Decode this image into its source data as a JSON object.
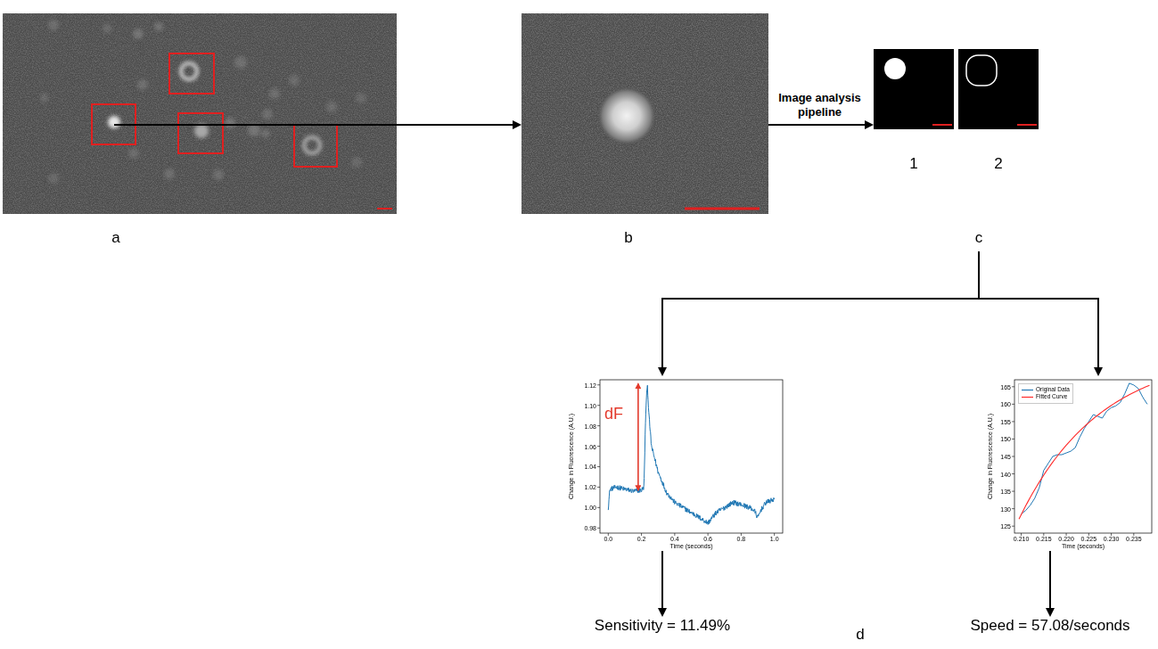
{
  "diagram": {
    "nodes": [
      {
        "text": [
          "a"
        ]
      },
      {
        "text": [
          "b"
        ]
      },
      {
        "text": [
          "c"
        ]
      },
      {
        "text": [
          "1"
        ],
        "in": 2
      },
      {
        "text": [
          "2"
        ],
        "in": 2
      },
      {
        "text": [
          "dF",
          "Change in Fluorescence (A.U.)",
          "Time (seconds)",
          "0.98",
          "1.00",
          "1.02",
          "1.04",
          "1.06",
          "1.08",
          "1.10",
          "1.12",
          "0.0",
          "0.2",
          "0.4",
          "0.6",
          "0.8",
          "1.0"
        ]
      },
      {
        "text": [
          "Change in Fluorescence (A.U.)",
          "Time (seconds)",
          "125",
          "130",
          "135",
          "140",
          "145",
          "150",
          "155",
          "160",
          "165",
          "0.210",
          "0.215",
          "0.220",
          "0.225",
          "0.230",
          "0.235"
        ]
      },
      {
        "text": [
          "Sensitivity = 11.49%"
        ]
      },
      {
        "text": [
          "Speed = 57.08/seconds"
        ]
      }
    ],
    "edges": [
      {
        "from": 0,
        "to": 1,
        "arrow": "to"
      },
      {
        "from": 1,
        "to": 3,
        "label": "Image analysis pipeline",
        "arrow": "to"
      },
      {
        "from": 2,
        "to": 5,
        "arrow": "to"
      },
      {
        "from": 2,
        "to": 6,
        "arrow": "to"
      },
      {
        "from": 5,
        "to": 7,
        "arrow": "to"
      },
      {
        "from": 6,
        "to": 8,
        "arrow": "to"
      }
    ],
    "labels": [
      "d"
    ],
    "legend": [
      {
        "text": "Original Data"
      },
      {
        "text": "Fitted Curve"
      }
    ]
  }
}
